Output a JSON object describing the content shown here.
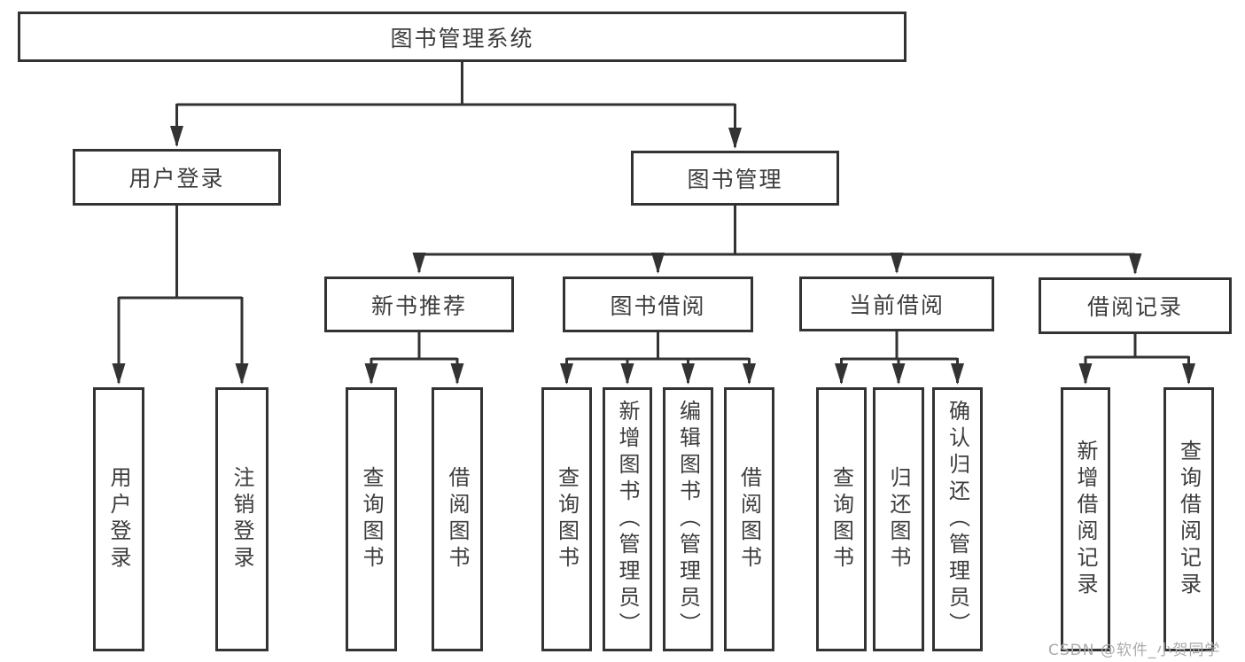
{
  "diagram": {
    "type": "hierarchy-tree",
    "nodes": {
      "root": "图书管理系统",
      "user_login": "用户登录",
      "book_management": "图书管理",
      "new_book_recommend": "新书推荐",
      "book_borrowing": "图书借阅",
      "current_borrowing": "当前借阅",
      "borrowing_records": "借阅记录",
      "ul_user_login": "用户登录",
      "ul_logout": "注销登录",
      "nb_query_books": "查询图书",
      "nb_borrow_books": "借阅图书",
      "bb_query_books": "查询图书",
      "bb_add_books": "新增图书（管理员）",
      "bb_edit_books": "编辑图书（管理员）",
      "bb_borrow_books": "借阅图书",
      "cb_query_books": "查询图书",
      "cb_return_books": "归还图书",
      "cb_confirm_return": "确认归还（管理员）",
      "br_add_record": "新增借阅记录",
      "br_query_record": "查询借阅记录"
    },
    "structure": [
      {
        "parent": "图书管理系统",
        "children": [
          "用户登录",
          "图书管理"
        ]
      },
      {
        "parent": "用户登录",
        "children": [
          "用户登录",
          "注销登录"
        ]
      },
      {
        "parent": "图书管理",
        "children": [
          "新书推荐",
          "图书借阅",
          "当前借阅",
          "借阅记录"
        ]
      },
      {
        "parent": "新书推荐",
        "children": [
          "查询图书",
          "借阅图书"
        ]
      },
      {
        "parent": "图书借阅",
        "children": [
          "查询图书",
          "新增图书（管理员）",
          "编辑图书（管理员）",
          "借阅图书"
        ]
      },
      {
        "parent": "当前借阅",
        "children": [
          "查询图书",
          "归还图书",
          "确认归还（管理员）"
        ]
      },
      {
        "parent": "借阅记录",
        "children": [
          "新增借阅记录",
          "查询借阅记录"
        ]
      }
    ],
    "colors": {
      "line": "#333333",
      "box_border": "#333333",
      "text": "#3d3d3d",
      "background": "#ffffff",
      "watermark_text_color": "#ababab"
    },
    "watermark": "CSDN @软件_小贺同学"
  }
}
